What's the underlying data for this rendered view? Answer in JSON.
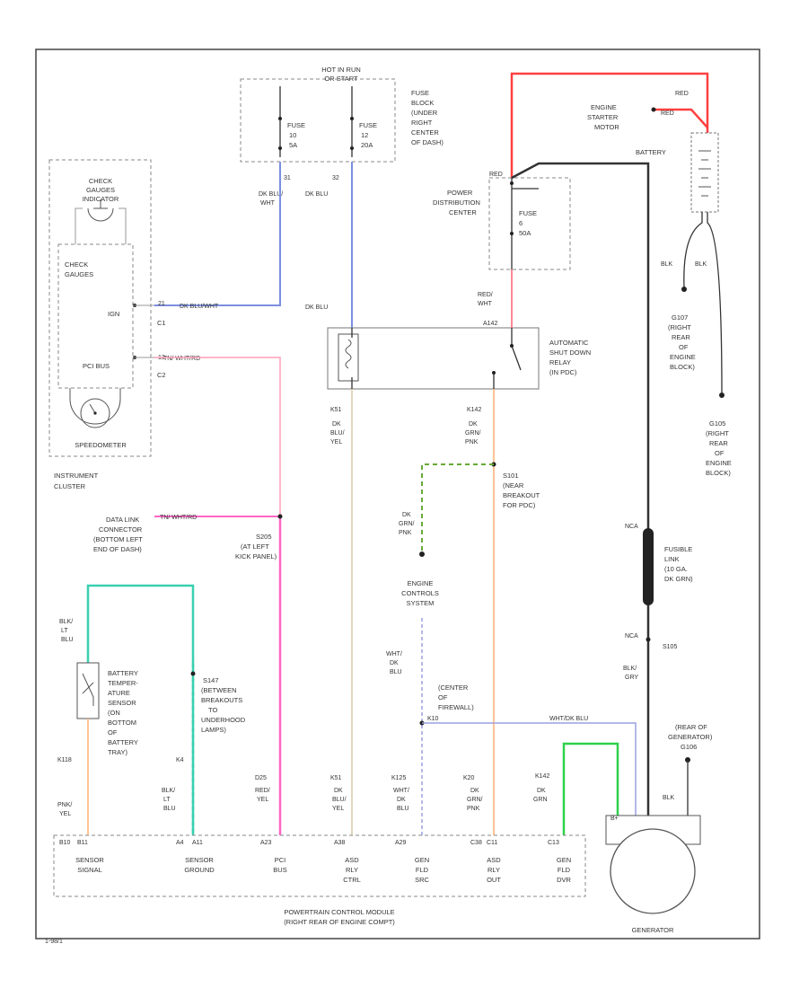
{
  "page_id": "1-98/1",
  "fuse_block": {
    "power_label": [
      "HOT IN RUN",
      "OR START"
    ],
    "fuse1": [
      "FUSE",
      "10",
      "5A"
    ],
    "fuse2": [
      "FUSE",
      "12",
      "20A"
    ],
    "location": [
      "FUSE",
      "BLOCK",
      "(UNDER",
      "RIGHT",
      "CENTER",
      "OF DASH)"
    ]
  },
  "cluster": {
    "gauge_label": [
      "CHECK",
      "GAUGES",
      "INDICATOR"
    ],
    "check_gauges": [
      "CHECK",
      "GAUGES"
    ],
    "ign_pin": "IGN",
    "pci_bus": "PCI BUS",
    "speedometer": "SPEEDOMETER",
    "connectors": [
      "C1",
      "C2"
    ],
    "pins": [
      "21",
      "13"
    ],
    "name": [
      "INSTRUMENT",
      "CLUSTER"
    ]
  },
  "wires": {
    "w1": "DK BLU/WHT",
    "w2": "TN/ WHT/RD",
    "w3": "TN/ WHT/RD",
    "dk_blu_wht": [
      "DK BLU/",
      "WHT"
    ],
    "dk_blu": [
      "DK BLU"
    ],
    "dk_blu_top": "DK BLU",
    "dk_blu_yel": [
      "DK",
      "BLU/",
      "YEL"
    ],
    "dk_grn_pnk": [
      "DK",
      "GRN/",
      "PNK"
    ],
    "dk_grn_pnk2": [
      "DK",
      "GRN/",
      "PNK"
    ],
    "red_wht": [
      "RED/",
      "WHT"
    ],
    "blk": [
      "BLK",
      "BLK"
    ],
    "blk_gry": [
      "BLK/",
      "GRY"
    ],
    "wht_dk_blu": [
      "WHT/",
      "DK",
      "BLU"
    ],
    "wht_dk_blu_top": "WHT/DK BLU",
    "blk_lt_blu": [
      "BLK/",
      "LT",
      "BLU"
    ],
    "pnk_yel": [
      "PNK/",
      "YEL"
    ],
    "red_yel": [
      "RED/",
      "YEL"
    ],
    "dk_grn": [
      "DK",
      "GRN"
    ],
    "red_top": "RED",
    "red_starter": "RED",
    "red_left": "RED",
    "pin_nums": [
      "31",
      "32"
    ]
  },
  "pdc": {
    "name": [
      "POWER",
      "DISTRIBUTION",
      "CENTER"
    ],
    "fuse": [
      "FUSE",
      "6",
      "50A"
    ]
  },
  "starter": [
    "ENGINE",
    "STARTER",
    "MOTOR"
  ],
  "battery": "BATTERY",
  "asd_relay": [
    "AUTOMATIC",
    "SHUT DOWN",
    "RELAY",
    "(IN PDC)"
  ],
  "grounds": {
    "g107": [
      "G107",
      "(RIGHT",
      "REAR",
      "OF",
      "ENGINE",
      "BLOCK)"
    ],
    "g105": [
      "G105",
      "(RIGHT",
      "REAR",
      "OF",
      "ENGINE",
      "BLOCK)"
    ],
    "gen_ground": [
      "(REAR OF",
      "GENERATOR)",
      "G106"
    ]
  },
  "splices": {
    "s101": [
      "S101",
      "(NEAR",
      "BREAKOUT",
      "FOR PDC)"
    ],
    "s205": [
      "S205",
      "(AT LEFT",
      "KICK PANEL)"
    ],
    "s147": [
      "S147",
      "(BETWEEN",
      "BREAKOUTS",
      "TO",
      "UNDERHOOD",
      "LAMPS)"
    ],
    "firewall": [
      "(CENTER",
      "OF",
      "FIREWALL)"
    ],
    "s105": "S105"
  },
  "dlc": [
    "DATA LINK",
    "CONNECTOR",
    "(BOTTOM LEFT",
    "END OF DASH)"
  ],
  "fusible_link": [
    "FUSIBLE",
    "LINK",
    "(10 GA.",
    "DK GRN)"
  ],
  "nca": [
    "NCA",
    "NCA"
  ],
  "ecs": [
    "ENGINE",
    "CONTROLS",
    "SYSTEM"
  ],
  "batt_temp_sensor": [
    "BATTERY",
    "TEMPER-",
    "ATURE",
    "SENSOR",
    "(ON",
    "BOTTOM",
    "OF",
    "BATTERY",
    "TRAY)"
  ],
  "circuits": [
    "K118",
    "K4",
    "D25",
    "K51",
    "K125",
    "K142",
    "K20",
    "K10",
    "K142",
    "A142",
    "K4",
    "D25"
  ],
  "pcm": {
    "pins": [
      "B10",
      "B11",
      "A4",
      "A11",
      "A23",
      "A38",
      "A29",
      "C38",
      "C11",
      "C13"
    ],
    "terms": [
      [
        "SENSOR",
        "SIGNAL"
      ],
      [
        "SENSOR",
        "GROUND"
      ],
      [
        "PCI",
        "BUS"
      ],
      [
        "ASD",
        "RLY",
        "CTRL"
      ],
      [
        "GEN",
        "FLD",
        "SRC"
      ],
      [
        "ASD",
        "RLY",
        "OUT"
      ],
      [
        "GEN",
        "FLD",
        "DVR"
      ]
    ],
    "name": [
      "POWERTRAIN CONTROL MODULE",
      "(RIGHT REAR OF ENGINE COMPT)"
    ]
  },
  "gen_conn": "B+",
  "generator": "GENERATOR",
  "colors": {
    "red": "#ff4040",
    "blue": "#7b8fe0",
    "pink": "#ff66c4",
    "light_pink": "#ff9fb8",
    "green": "#2fd14a",
    "teal": "#38d0b0",
    "orange": "#ffb070",
    "tan": "#d9c9a8",
    "dashed_green": "#66aa33",
    "black": "#333333"
  }
}
